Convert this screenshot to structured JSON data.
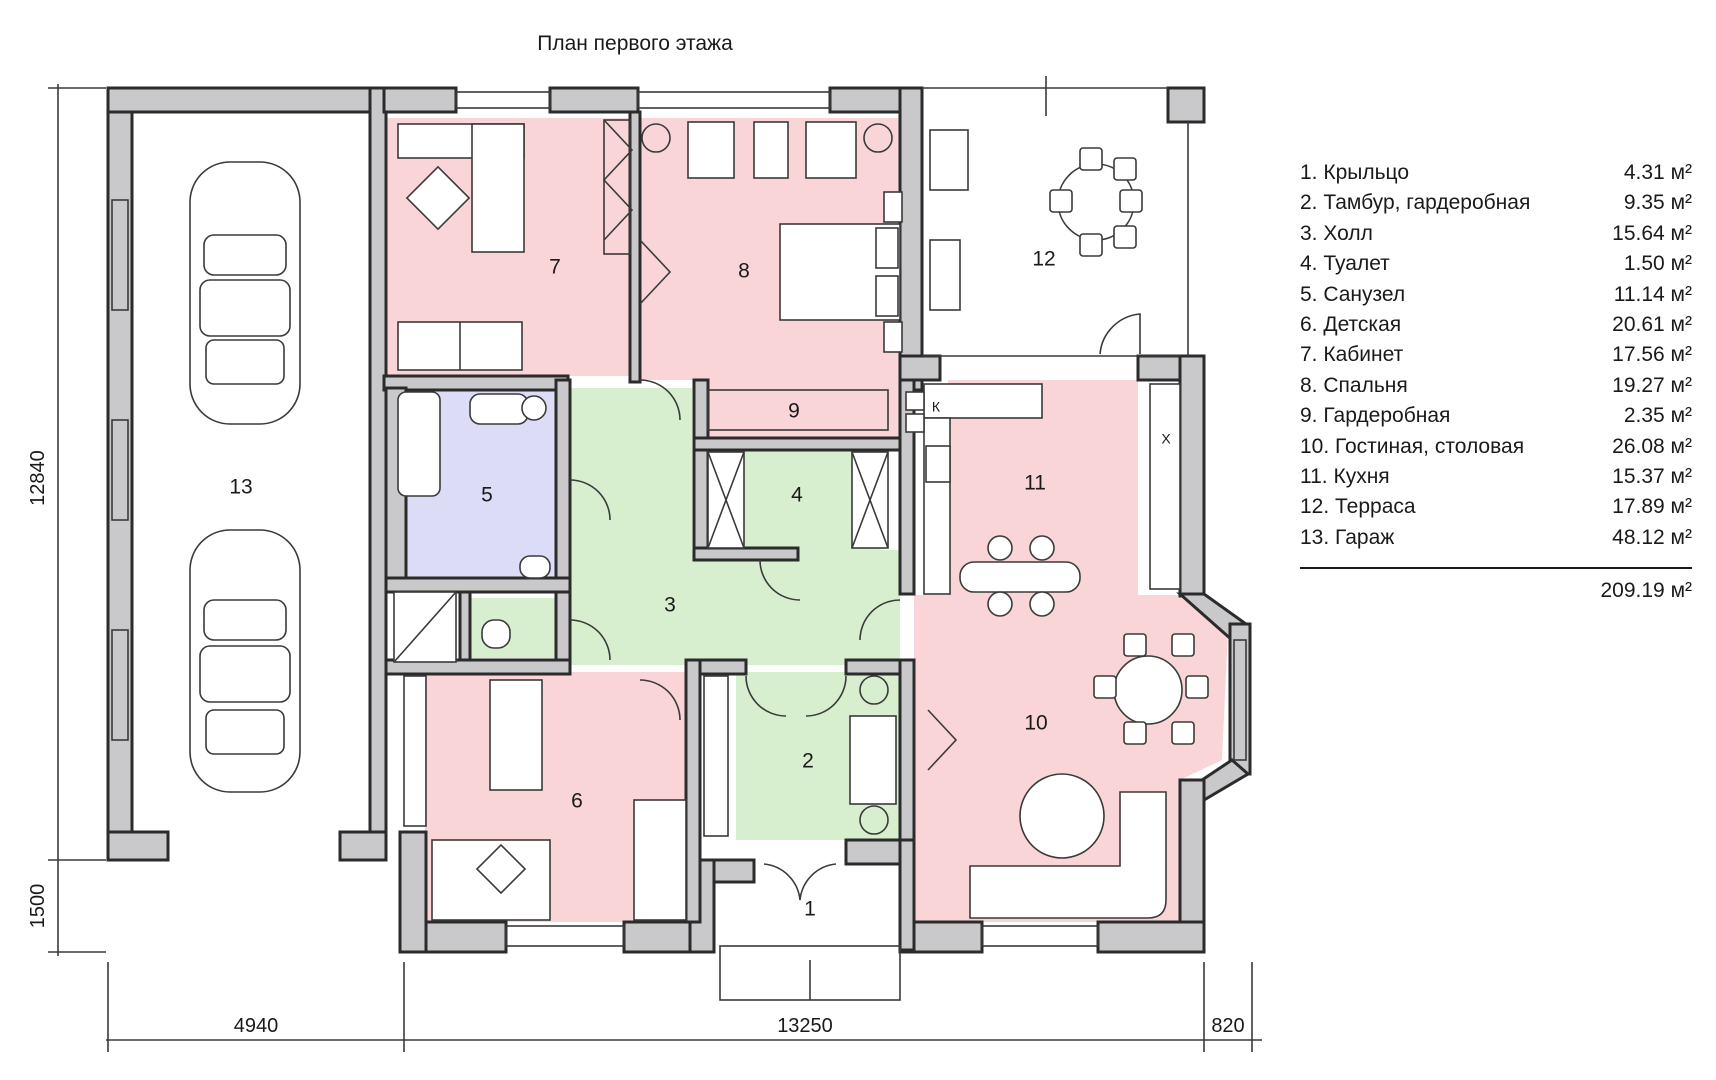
{
  "title": "План первого этажа",
  "rooms": [
    {
      "id": "13",
      "fill": "#ffffff"
    },
    {
      "id": "7",
      "fill": "#f9d5d8"
    },
    {
      "id": "8",
      "fill": "#f9d5d8"
    },
    {
      "id": "12",
      "fill": "#ffffff"
    },
    {
      "id": "9",
      "fill": "#f9d5d8"
    },
    {
      "id": "5",
      "fill": "#dcdcf7"
    },
    {
      "id": "4",
      "fill": "#d7efcf"
    },
    {
      "id": "3",
      "fill": "#d7efcf"
    },
    {
      "id": "11",
      "fill": "#f9d5d8"
    },
    {
      "id": "6",
      "fill": "#f9d5d8"
    },
    {
      "id": "2",
      "fill": "#d7efcf"
    },
    {
      "id": "10",
      "fill": "#f9d5d8"
    },
    {
      "id": "1",
      "fill": "#ffffff"
    }
  ],
  "legend": [
    {
      "name": "1. Крыльцо",
      "area": "4.31 м²"
    },
    {
      "name": "2. Тамбур, гардеробная",
      "area": "9.35 м²"
    },
    {
      "name": "3. Холл",
      "area": "15.64 м²"
    },
    {
      "name": "4. Туалет",
      "area": "1.50 м²"
    },
    {
      "name": "5. Санузел",
      "area": "11.14 м²"
    },
    {
      "name": "6. Детская",
      "area": "20.61 м²"
    },
    {
      "name": "7. Кабинет",
      "area": "17.56 м²"
    },
    {
      "name": "8. Спальня",
      "area": "19.27 м²"
    },
    {
      "name": "9. Гардеробная",
      "area": "2.35 м²"
    },
    {
      "name": "10. Гостиная, столовая",
      "area": "26.08 м²"
    },
    {
      "name": "11. Кухня",
      "area": "15.37 м²"
    },
    {
      "name": "12. Терраса",
      "area": "17.89 м²"
    },
    {
      "name": "13. Гараж",
      "area": "48.12 м²"
    }
  ],
  "total": "209.19 м²",
  "dimensions": {
    "height_total": "12840",
    "height_porch": "1500",
    "width_garage": "4940",
    "width_house": "13250",
    "width_extra": "820"
  },
  "labels": {
    "kitchen_k": "К",
    "kitchen_x": "Х"
  },
  "colors": {
    "wall": "#c9c9cb",
    "pink": "#f9d5d8",
    "green": "#d7efcf",
    "blue": "#dcdcf7"
  }
}
